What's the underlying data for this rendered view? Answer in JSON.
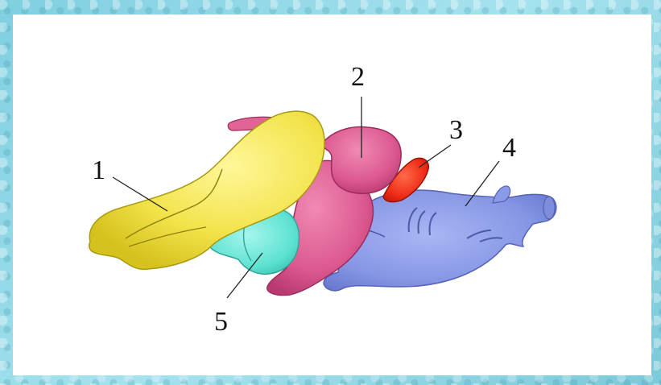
{
  "labels": {
    "l1": "1",
    "l2": "2",
    "l3": "3",
    "l4": "4",
    "l5": "5"
  },
  "colors": {
    "background_frame": "#8fd6e4",
    "panel": "#ffffff",
    "part_1": "#f5ea55",
    "part_2": "#e06496",
    "part_3": "#ee2a16",
    "part_4": "#8a9ae6",
    "part_5": "#66e6d6"
  }
}
